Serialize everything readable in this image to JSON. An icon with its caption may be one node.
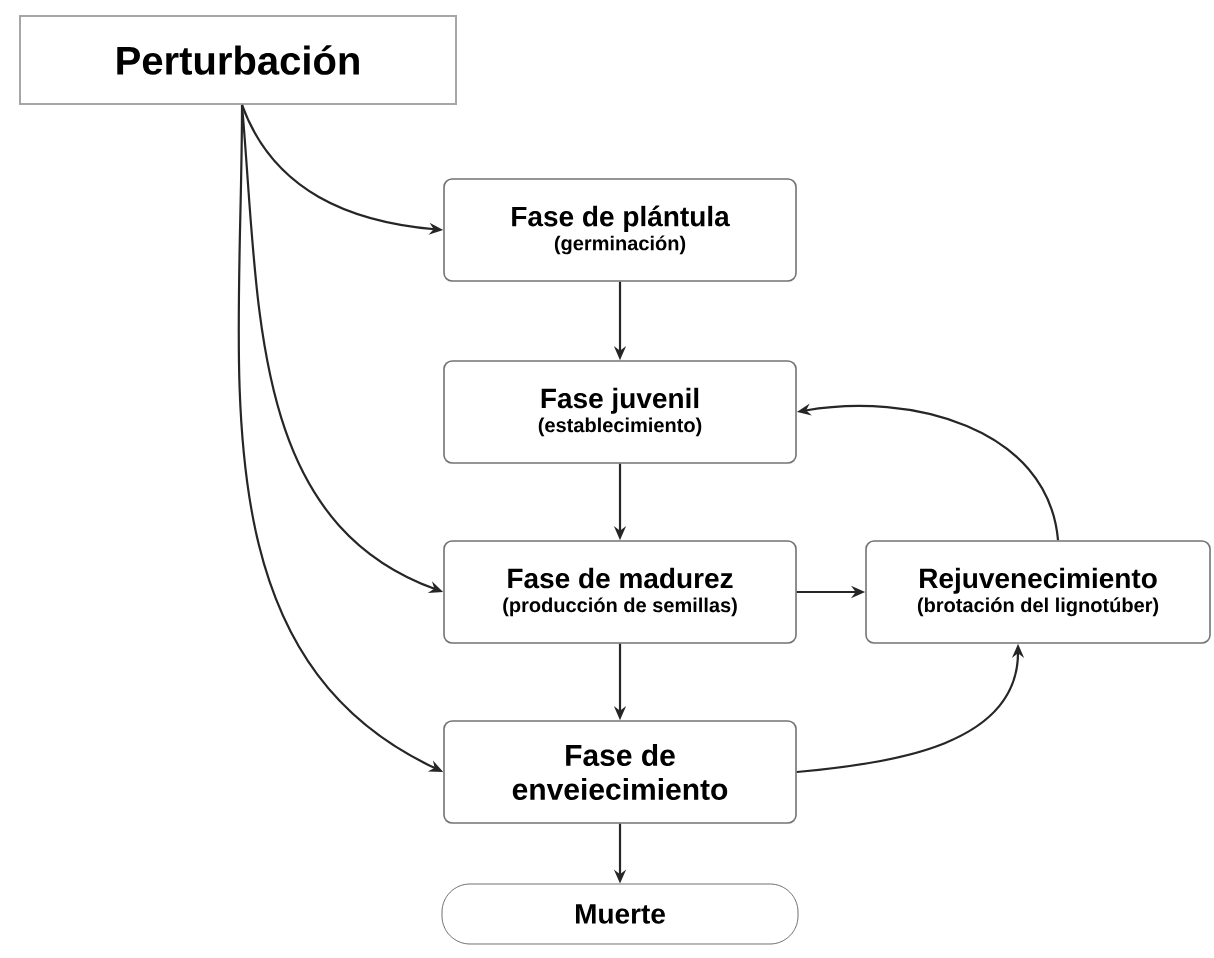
{
  "diagram": {
    "nodes": [
      {
        "text": [
          "Perturbación"
        ]
      },
      {
        "text": [
          "Fase de plántula",
          "(germinación)"
        ]
      },
      {
        "text": [
          "Fase juvenil",
          "(establecimiento)"
        ]
      },
      {
        "text": [
          "Fase de madurez",
          "(producción de semillas)"
        ]
      },
      {
        "text": [
          "Rejuvenecimiento",
          "(brotación del lignotúber)"
        ]
      },
      {
        "text": [
          "Fase de enveiecimiento"
        ]
      },
      {
        "text": [
          "Muerte"
        ]
      }
    ],
    "edges": [
      {
        "from": 0,
        "to": 1,
        "arrow": "to"
      },
      {
        "from": 0,
        "to": 3,
        "arrow": "to"
      },
      {
        "from": 0,
        "to": 5,
        "arrow": "to"
      },
      {
        "from": 1,
        "to": 2,
        "arrow": "to"
      },
      {
        "from": 2,
        "to": 3,
        "arrow": "to"
      },
      {
        "from": 3,
        "to": 5,
        "arrow": "to"
      },
      {
        "from": 5,
        "to": 6,
        "arrow": "to"
      },
      {
        "from": 3,
        "to": 4,
        "arrow": "to"
      },
      {
        "from": 4,
        "to": 2,
        "arrow": "to"
      },
      {
        "from": 5,
        "to": 4,
        "arrow": "to"
      }
    ]
  }
}
